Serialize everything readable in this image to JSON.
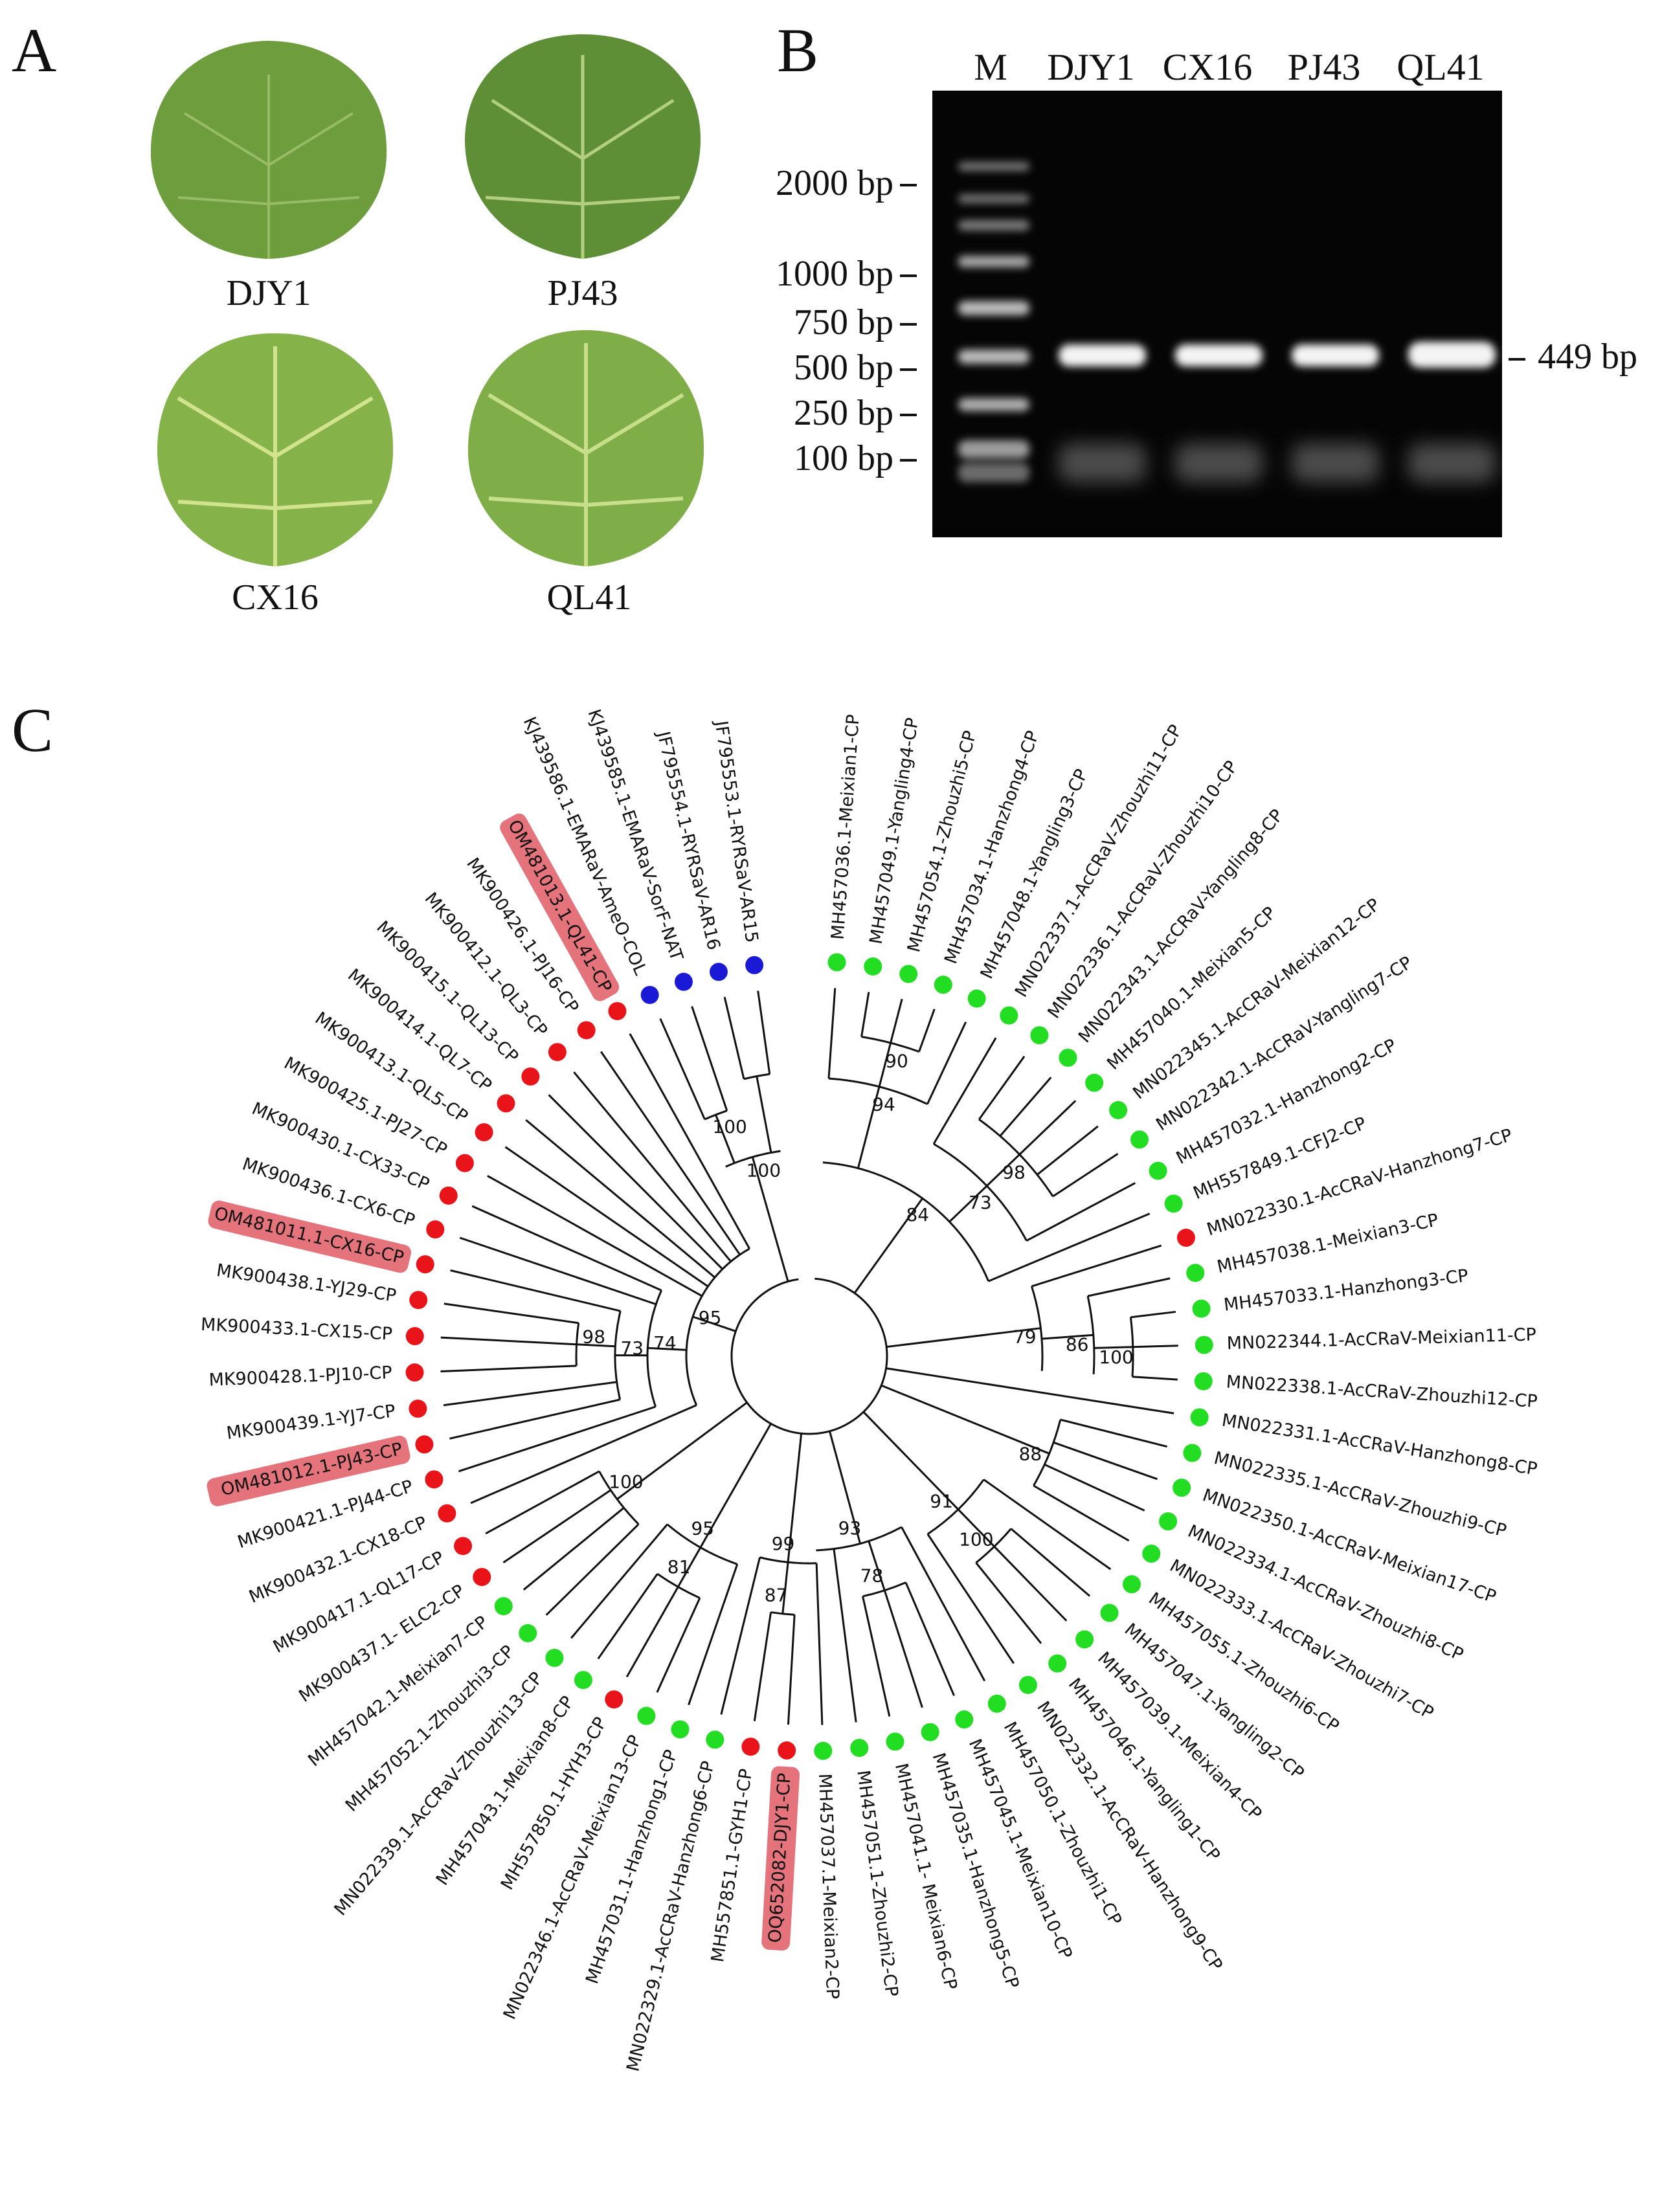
{
  "panels": {
    "a_letter": "A",
    "b_letter": "B",
    "c_letter": "C"
  },
  "leaves": [
    {
      "name": "DJY1",
      "color": "#6e9d3d"
    },
    {
      "name": "PJ43",
      "color": "#5e8f36"
    },
    {
      "name": "CX16",
      "color": "#86b24a"
    },
    {
      "name": "QL41",
      "color": "#7fae48"
    }
  ],
  "gel": {
    "lanes": [
      "M",
      "DJY1",
      "CX16",
      "PJ43",
      "QL41"
    ],
    "markers": [
      "2000 bp",
      "1000 bp",
      "750 bp",
      "500 bp",
      "250 bp",
      "100 bp"
    ],
    "product_size": "449 bp"
  },
  "tree": {
    "colors": {
      "red": "#e8141a",
      "green": "#22dd22",
      "blue": "#1a1ad6",
      "highlight": "#e5737b",
      "branch": "#111111"
    },
    "leaves": [
      {
        "label": "MH457036.1-Meixian1-CP",
        "dot": "green",
        "highlight": false
      },
      {
        "label": "MH457049.1-Yangling4-CP",
        "dot": "green",
        "highlight": false
      },
      {
        "label": "MH457054.1-Zhouzhi5-CP",
        "dot": "green",
        "highlight": false
      },
      {
        "label": "MH457034.1-Hanzhong4-CP",
        "dot": "green",
        "highlight": false
      },
      {
        "label": "MH457048.1-Yangling3-CP",
        "dot": "green",
        "highlight": false
      },
      {
        "label": "MN022337.1-AcCRaV-Zhouzhi11-CP",
        "dot": "green",
        "highlight": false
      },
      {
        "label": "MN022336.1-AcCRaV-Zhouzhi10-CP",
        "dot": "green",
        "highlight": false
      },
      {
        "label": "MN022343.1-AcCRaV-Yangling8-CP",
        "dot": "green",
        "highlight": false
      },
      {
        "label": "MH457040.1-Meixian5-CP",
        "dot": "green",
        "highlight": false
      },
      {
        "label": "MN022345.1-AcCRaV-Meixian12-CP",
        "dot": "green",
        "highlight": false
      },
      {
        "label": "MN022342.1-AcCRaV-Yangling7-CP",
        "dot": "green",
        "highlight": false
      },
      {
        "label": "MH457032.1-Hanzhong2-CP",
        "dot": "green",
        "highlight": false
      },
      {
        "label": "MH557849.1-CFJ2-CP",
        "dot": "green",
        "highlight": false
      },
      {
        "label": "MN022330.1-AcCRaV-Hanzhong7-CP",
        "dot": "red",
        "highlight": false
      },
      {
        "label": "MH457038.1-Meixian3-CP",
        "dot": "green",
        "highlight": false
      },
      {
        "label": "MH457033.1-Hanzhong3-CP",
        "dot": "green",
        "highlight": false
      },
      {
        "label": "MN022344.1-AcCRaV-Meixian11-CP",
        "dot": "green",
        "highlight": false
      },
      {
        "label": "MN022338.1-AcCRaV-Zhouzhi12-CP",
        "dot": "green",
        "highlight": false
      },
      {
        "label": "MN022331.1-AcCRaV-Hanzhong8-CP",
        "dot": "green",
        "highlight": false
      },
      {
        "label": "MN022335.1-AcCRaV-Zhouzhi9-CP",
        "dot": "green",
        "highlight": false
      },
      {
        "label": "MN022350.1-AcCRaV-Meixian17-CP",
        "dot": "green",
        "highlight": false
      },
      {
        "label": "MN022334.1-AcCRaV-Zhouzhi8-CP",
        "dot": "green",
        "highlight": false
      },
      {
        "label": "MN022333.1-AcCRaV-Zhouzhi7-CP",
        "dot": "green",
        "highlight": false
      },
      {
        "label": "MH457055.1-Zhouzhi6-CP",
        "dot": "green",
        "highlight": false
      },
      {
        "label": "MH457047.1-Yangling2-CP",
        "dot": "green",
        "highlight": false
      },
      {
        "label": "MH457039.1-Meixian4-CP",
        "dot": "green",
        "highlight": false
      },
      {
        "label": "MH457046.1-Yangling1-CP",
        "dot": "green",
        "highlight": false
      },
      {
        "label": "MN022332.1-AcCRaV-Hanzhong9-CP",
        "dot": "green",
        "highlight": false
      },
      {
        "label": "MH457050.1-Zhouzhi1-CP",
        "dot": "green",
        "highlight": false
      },
      {
        "label": "MH457045.1-Meixian10-CP",
        "dot": "green",
        "highlight": false
      },
      {
        "label": "MH457035.1-Hanzhong5-CP",
        "dot": "green",
        "highlight": false
      },
      {
        "label": "MH457041.1- Meixian6-CP",
        "dot": "green",
        "highlight": false
      },
      {
        "label": "MH457051.1-Zhouzhi2-CP",
        "dot": "green",
        "highlight": false
      },
      {
        "label": "MH457037.1-Meixian2-CP",
        "dot": "green",
        "highlight": false
      },
      {
        "label": "OQ652082-DJY1-CP",
        "dot": "red",
        "highlight": true
      },
      {
        "label": "MH557851.1-GYH1-CP",
        "dot": "red",
        "highlight": false
      },
      {
        "label": "MN022329.1-AcCRaV-Hanzhong6-CP",
        "dot": "green",
        "highlight": false
      },
      {
        "label": "MH457031.1-Hanzhong1-CP",
        "dot": "green",
        "highlight": false
      },
      {
        "label": "MN022346.1-AcCRaV-Meixian13-CP",
        "dot": "green",
        "highlight": false
      },
      {
        "label": "MH557850.1-HYH3-CP",
        "dot": "red",
        "highlight": false
      },
      {
        "label": "MH457043.1-Meixian8-CP",
        "dot": "green",
        "highlight": false
      },
      {
        "label": "MN022339.1-AcCRaV-Zhouzhi13-CP",
        "dot": "green",
        "highlight": false
      },
      {
        "label": "MH457052.1-Zhouzhi3-CP",
        "dot": "green",
        "highlight": false
      },
      {
        "label": "MH457042.1-Meixian7-CP",
        "dot": "green",
        "highlight": false
      },
      {
        "label": "MK900437.1- ELC2-CP",
        "dot": "red",
        "highlight": false
      },
      {
        "label": "MK900417.1-QL17-CP",
        "dot": "red",
        "highlight": false
      },
      {
        "label": "MK900432.1-CX18-CP",
        "dot": "red",
        "highlight": false
      },
      {
        "label": "MK900421.1-PJ44-CP",
        "dot": "red",
        "highlight": false
      },
      {
        "label": "OM481012.1-PJ43-CP",
        "dot": "red",
        "highlight": true
      },
      {
        "label": "MK900439.1-YJ7-CP",
        "dot": "red",
        "highlight": false
      },
      {
        "label": "MK900428.1-PJ10-CP",
        "dot": "red",
        "highlight": false
      },
      {
        "label": "MK900433.1-CX15-CP",
        "dot": "red",
        "highlight": false
      },
      {
        "label": "MK900438.1-YJ29-CP",
        "dot": "red",
        "highlight": false
      },
      {
        "label": "OM481011.1-CX16-CP",
        "dot": "red",
        "highlight": true
      },
      {
        "label": "MK900436.1-CX6-CP",
        "dot": "red",
        "highlight": false
      },
      {
        "label": "MK900430.1-CX33-CP",
        "dot": "red",
        "highlight": false
      },
      {
        "label": "MK900425.1-PJ27-CP",
        "dot": "red",
        "highlight": false
      },
      {
        "label": "MK900413.1-QL5-CP",
        "dot": "red",
        "highlight": false
      },
      {
        "label": "MK900414.1-QL7-CP",
        "dot": "red",
        "highlight": false
      },
      {
        "label": "MK900415.1-QL13-CP",
        "dot": "red",
        "highlight": false
      },
      {
        "label": "MK900412.1-QL3-CP",
        "dot": "red",
        "highlight": false
      },
      {
        "label": "MK900426.1-PJ16-CP",
        "dot": "red",
        "highlight": false
      },
      {
        "label": "OM481013.1-QL41-CP",
        "dot": "red",
        "highlight": true
      },
      {
        "label": "KJ439586.1-EMARaV-AmeO-COL",
        "dot": "blue",
        "highlight": false
      },
      {
        "label": "KJ439585.1-EMARaV-SorF-NAT",
        "dot": "blue",
        "highlight": false
      },
      {
        "label": "JF795554.1-RYRSaV-AR16",
        "dot": "blue",
        "highlight": false
      },
      {
        "label": "JF795553.1-RYRSaV-AR15",
        "dot": "blue",
        "highlight": false
      }
    ],
    "bootstrap": [
      "84",
      "94",
      "90",
      "73",
      "98",
      "79",
      "86",
      "100",
      "88",
      "91",
      "100",
      "93",
      "78",
      "99",
      "87",
      "95",
      "81",
      "100",
      "95",
      "74",
      "73",
      "98",
      "100",
      "100"
    ]
  }
}
